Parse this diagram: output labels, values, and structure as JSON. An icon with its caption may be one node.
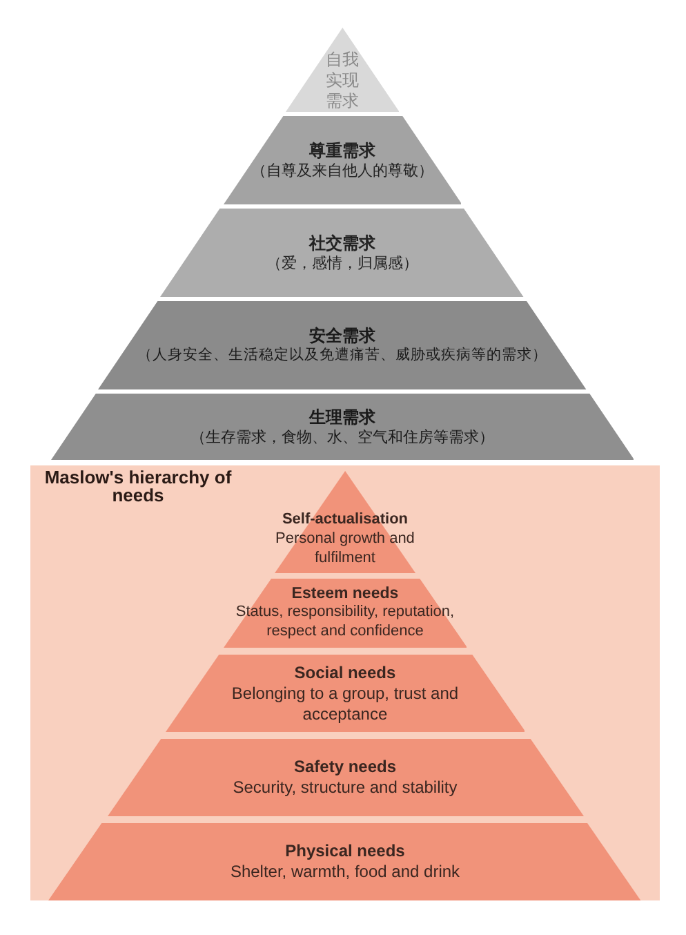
{
  "diagram": {
    "nodes": [
      {
        "text": [
          "自我实现需求"
        ]
      },
      {
        "text": [
          "尊重需求",
          "（自尊及来自他人的尊敬）"
        ]
      },
      {
        "text": [
          "社交需求",
          "（爱，感情，归属感）"
        ]
      },
      {
        "text": [
          "安全需求",
          "（人身安全、生活稳定以及免遭痛苦、威胁或疾病等的需求）"
        ]
      },
      {
        "text": [
          "生理需求",
          "（生存需求，食物、水、空气和住房等需求）"
        ]
      },
      {
        "text": [
          "Maslow's hierarchy of needs"
        ]
      },
      {
        "text": [
          "Self-actualisation",
          "Personal growth and fulfilment"
        ],
        "in": 5
      },
      {
        "text": [
          "Esteem needs",
          "Status, responsibility, reputation, respect and confidence"
        ],
        "in": 5
      },
      {
        "text": [
          "Social needs",
          "Belonging to a group, trust and acceptance"
        ],
        "in": 5
      },
      {
        "text": [
          "Safety needs",
          "Security, structure and stability"
        ],
        "in": 5
      },
      {
        "text": [
          "Physical needs",
          "Shelter, warmth, food and drink"
        ],
        "in": 5
      }
    ]
  }
}
